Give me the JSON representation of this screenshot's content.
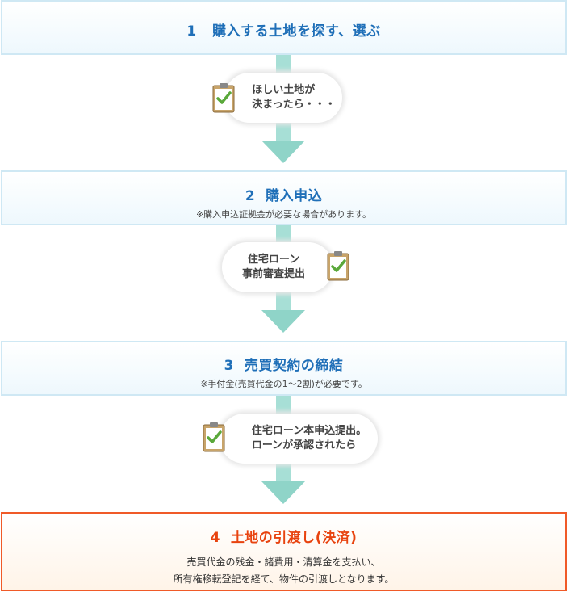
{
  "steps": [
    {
      "number": "1",
      "title": "購入する土地を探す、選ぶ"
    },
    {
      "number": "2",
      "title": "購入申込",
      "note": "※購入申込証拠金が必要な場合があります。"
    },
    {
      "number": "3",
      "title": "売買契約の締結",
      "note": "※手付金(売買代金の1～2割)が必要です。"
    },
    {
      "number": "4",
      "title": "土地の引渡し(決済)",
      "desc": [
        "売買代金の残金・諸費用・清算金を支払い、",
        "所有権移転登記を経て、物件の引渡しとなります。"
      ]
    }
  ],
  "clouds": [
    {
      "lines": [
        "ほしい土地が",
        "決まったら・・・"
      ],
      "icon": "clipboard-check-icon"
    },
    {
      "lines": [
        "住宅ローン",
        "事前審査提出"
      ],
      "icon": "clipboard-check-icon"
    },
    {
      "lines": [
        "住宅ローン本申込提出。",
        "ローンが承認されたら"
      ],
      "icon": "clipboard-check-icon"
    }
  ],
  "colors": {
    "step_title": "#1f6fb8",
    "final_title": "#e8430f",
    "final_border": "#f05a28",
    "connector": "#a7dfd6",
    "step_border": "#cfe8f4"
  }
}
